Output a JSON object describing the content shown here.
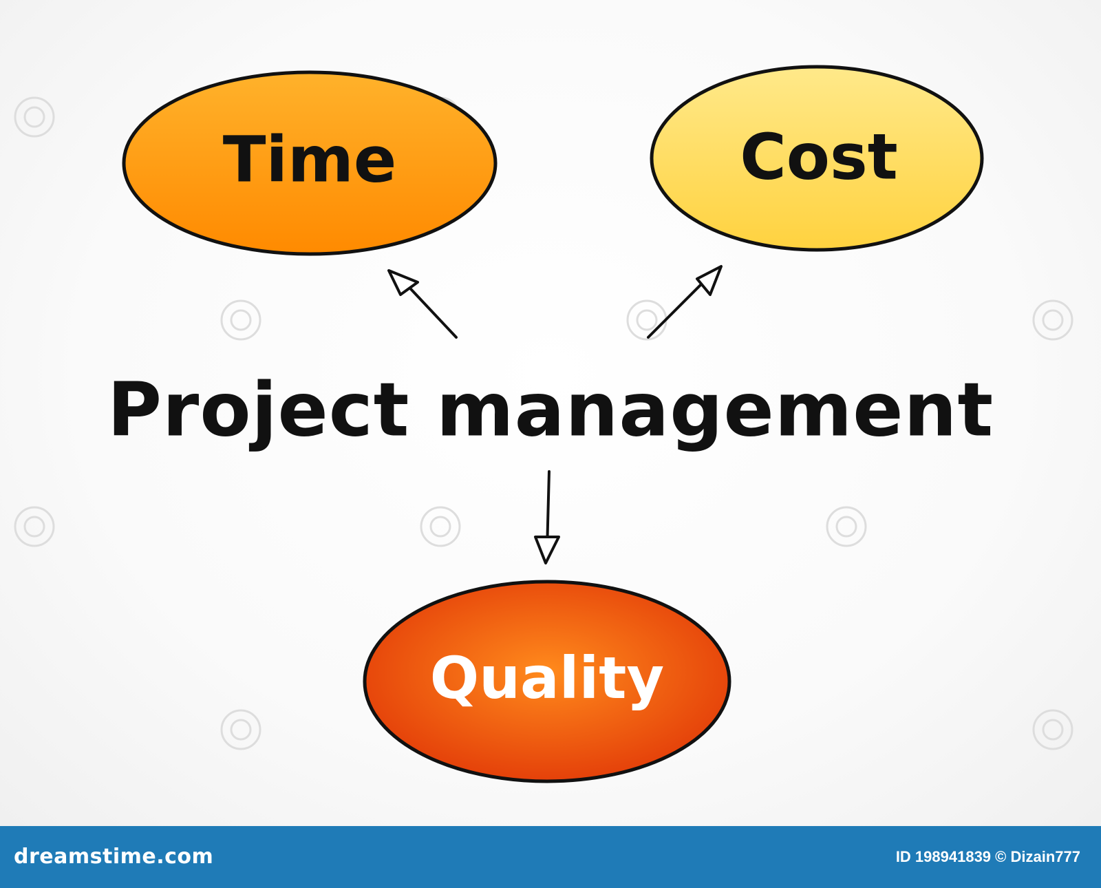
{
  "diagram": {
    "center": {
      "label": "Project management"
    },
    "nodes": [
      {
        "id": "time",
        "label": "Time",
        "fill_top": "#ffb22b",
        "fill_bottom": "#ff8a00",
        "text_color": "#111111"
      },
      {
        "id": "cost",
        "label": "Cost",
        "fill_top": "#ffe98a",
        "fill_bottom": "#ffd23f",
        "text_color": "#111111"
      },
      {
        "id": "quality",
        "label": "Quality",
        "fill_top": "#ff8a1c",
        "fill_bottom": "#e23a08",
        "text_color": "#ffffff"
      }
    ],
    "stroke_color": "#111111"
  },
  "watermark": {
    "brand": "dreamstime.com",
    "id_text": "ID 198941839",
    "credit": "© Dizain777",
    "bar_color": "#1f7bb7"
  }
}
